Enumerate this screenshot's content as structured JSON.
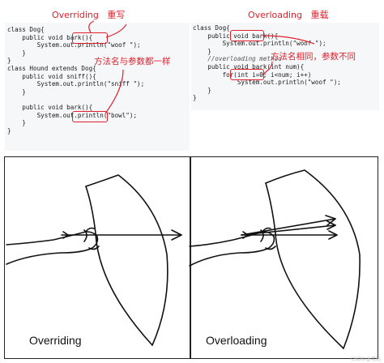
{
  "left": {
    "heading_en": "Overriding",
    "heading_cn": "重写",
    "note": "方法名与参数都一样",
    "code": {
      "l1": "class Dog{",
      "l2a": "    public void ",
      "l2b": "bark",
      "l2c": "(){",
      "l3": "        System.out.println(\"woof \");",
      "l4": "    }",
      "l5": "}",
      "l6": "class Hound extends Dog{",
      "l7": "    public void sniff(){",
      "l8": "        System.out.println(\"sniff \");",
      "l9": "    }",
      "l10": "",
      "l11a": "    public void ",
      "l11b": "bark",
      "l11c": "(){",
      "l12": "        System.out.println(\"bowl\");",
      "l13": "    }",
      "l14": "}"
    }
  },
  "right": {
    "heading_en": "Overloading",
    "heading_cn": "重载",
    "note": "方法名相同，参数不同",
    "code": {
      "l1": "class Dog{",
      "l2a": "    public void ",
      "l2b": "bark",
      "l2c": "(){",
      "l3": "        System.out.println(\"woof \");",
      "l4": "    }",
      "l5": "    //overloading method",
      "l6a": "    public void ",
      "l6b": "bark",
      "l6c": "(int num){",
      "l7": "        for(int i=0; i<num; i++)",
      "l8": "            System.out.println(\"woof \");",
      "l9": "    }",
      "l10": "}"
    }
  },
  "sketch": {
    "left_label": "Overriding",
    "right_label": "Overloading"
  },
  "watermark": "CSDN @老陈",
  "colors": {
    "accent": "#e0202b",
    "panel_bg": "#f6f7f9",
    "ink": "#111111"
  }
}
